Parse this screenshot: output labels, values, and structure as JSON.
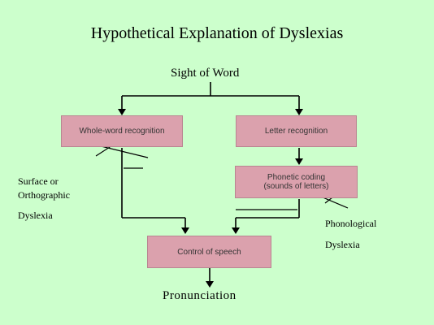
{
  "title": "Hypothetical Explanation of Dyslexias",
  "start_label": "Sight of Word",
  "boxes": {
    "whole_word": "Whole-word recognition",
    "letter": "Letter recognition",
    "phonetic_line1": "Phonetic coding",
    "phonetic_line2": "(sounds of letters)",
    "speech": "Control of speech"
  },
  "end_label": "Pronunciation",
  "surface": {
    "line1": "Surface or",
    "line2": "Orthographic",
    "line3": "Dyslexia"
  },
  "phonological": {
    "line1": "Phonological",
    "line2": "Dyslexia"
  },
  "colors": {
    "background": "#ccffcc",
    "box_fill": "#dba1ad"
  }
}
